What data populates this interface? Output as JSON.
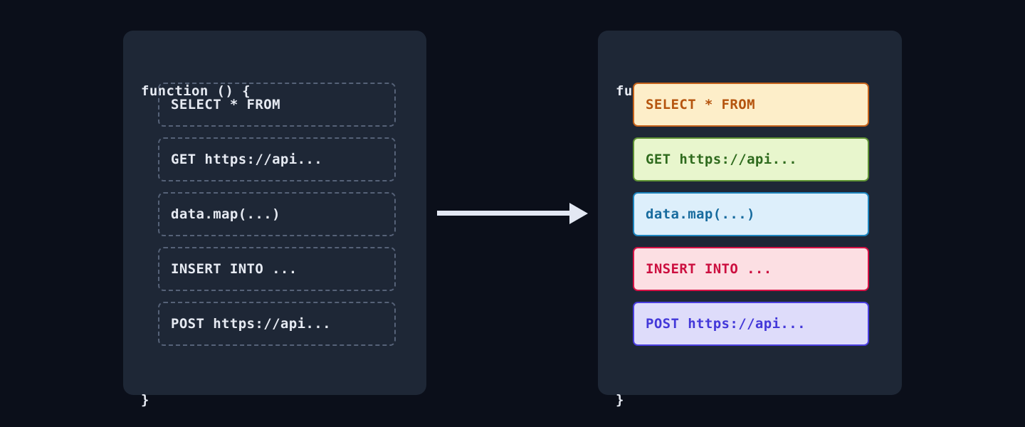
{
  "theme": {
    "page_background": "#0b0f1a",
    "panel_background": "#1e2736",
    "code_text": "#e6eaf2",
    "dashed_border": "#566278",
    "arrow_color": "#e3e8f3"
  },
  "panels": {
    "before": {
      "open_line": "function () {",
      "close_line": "}",
      "statements": [
        {
          "text": "SELECT * FROM"
        },
        {
          "text": "GET https://api..."
        },
        {
          "text": "data.map(...)"
        },
        {
          "text": "INSERT INTO ..."
        },
        {
          "text": "POST https://api..."
        }
      ]
    },
    "after": {
      "open_line": "function () {",
      "close_line": "}",
      "statements": [
        {
          "text": "SELECT * FROM",
          "label": "sql-select",
          "background": "#fdeec9",
          "border": "#c4621b",
          "color": "#b5540e"
        },
        {
          "text": "GET https://api...",
          "label": "http-get",
          "background": "#e8f6cd",
          "border": "#5e9134",
          "color": "#2f6b1e"
        },
        {
          "text": "data.map(...)",
          "label": "data-transform",
          "background": "#ddeffb",
          "border": "#1d84bd",
          "color": "#176b9e"
        },
        {
          "text": "INSERT INTO ...",
          "label": "sql-insert",
          "background": "#fcdfe3",
          "border": "#d41245",
          "color": "#cc1040"
        },
        {
          "text": "POST https://api...",
          "label": "http-post",
          "background": "#dedcfa",
          "border": "#4a3ede",
          "color": "#4338d9"
        }
      ]
    }
  },
  "arrow": {
    "direction": "right",
    "icon": "arrow-right-icon"
  }
}
